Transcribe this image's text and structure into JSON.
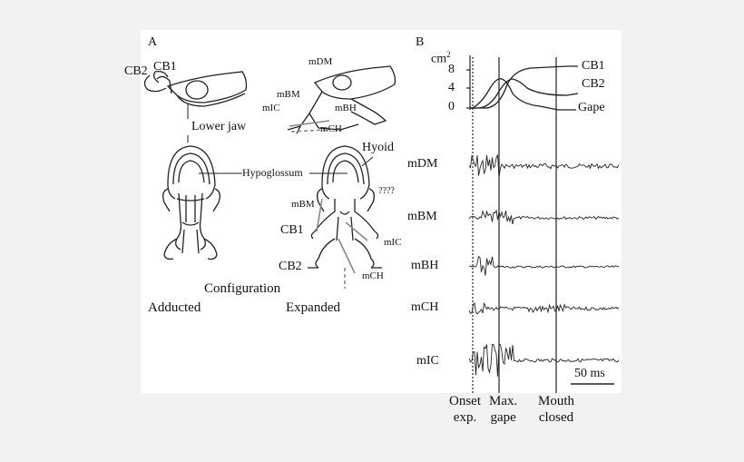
{
  "panel_a": {
    "letter": "A",
    "labels": {
      "cb2": "CB2",
      "cb1": "CB1",
      "lower_jaw": "Lower jaw",
      "hypoglossum": "Hypoglossum",
      "mdm": "mDM",
      "mbm_top": "mBM",
      "mic_top": "mIC",
      "mbh": "mBH",
      "mch_top": "mCH",
      "hyoid": "Hyoid",
      "unknown": "????",
      "mbm_bottom": "mBM",
      "cb1_bottom": "CB1",
      "mic_bottom": "mIC",
      "cb2_bottom": "CB2",
      "mch_bottom": "mCH"
    },
    "configuration": "Configuration",
    "adducted": "Adducted",
    "expanded": "Expanded"
  },
  "panel_b": {
    "letter": "B",
    "unit": "cm",
    "unit_exp": "2",
    "ticks": [
      "8",
      "4",
      "0"
    ],
    "curves": [
      "CB1",
      "CB2",
      "Gape"
    ],
    "emg_channels": [
      "mDM",
      "mBM",
      "mBH",
      "mCH",
      "mIC"
    ],
    "scale_bar": "50 ms",
    "markers": {
      "onset": [
        "Onset",
        "exp."
      ],
      "max_gape": [
        "Max.",
        "gape"
      ],
      "mouth_closed": [
        "Mouth",
        "closed"
      ]
    }
  }
}
